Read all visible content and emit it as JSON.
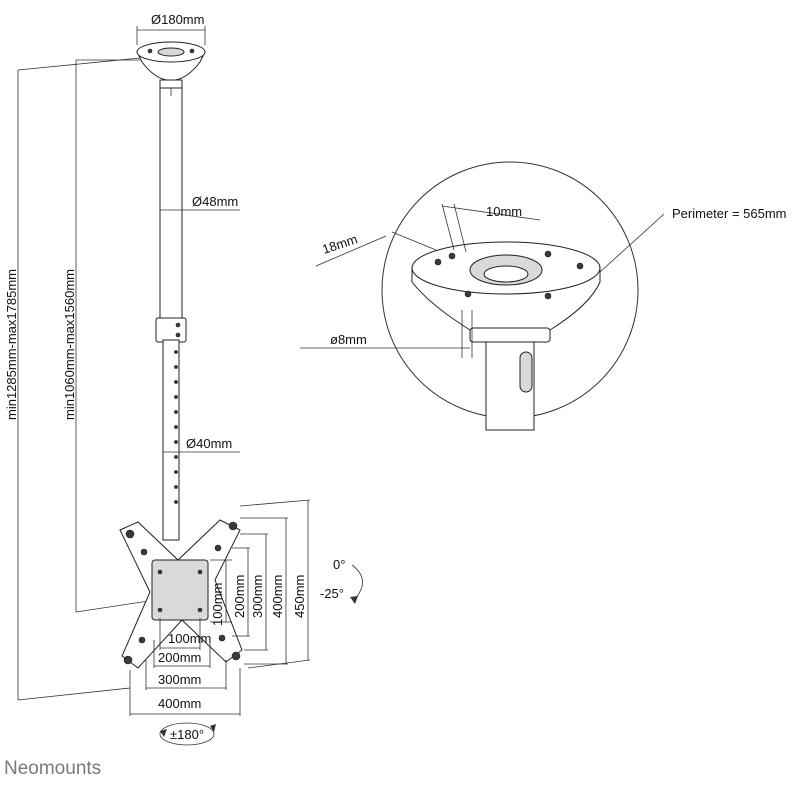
{
  "brand": "Neomounts",
  "labels": {
    "ceiling_plate_diameter": "Ø180mm",
    "upper_pole_diameter": "Ø48mm",
    "lower_pole_diameter": "Ø40mm",
    "total_height": "min1285mm-max1785mm",
    "pole_height": "min1060mm-max1560mm",
    "detail_perimeter": "Perimeter = 565mm",
    "detail_slot_width": "10mm",
    "detail_slot_length": "18mm",
    "detail_hole_diameter": "ø8mm",
    "tilt_upper": "0°",
    "tilt_lower": "-25°",
    "rotation": "±180°"
  },
  "vesa_vertical": [
    "100mm",
    "200mm",
    "300mm",
    "400mm",
    "450mm"
  ],
  "vesa_horizontal": [
    "100mm",
    "200mm",
    "300mm",
    "400mm"
  ],
  "icons": [
    "ceiling-plate-icon",
    "tilt-arrow-icon",
    "rotation-arrow-icon"
  ]
}
